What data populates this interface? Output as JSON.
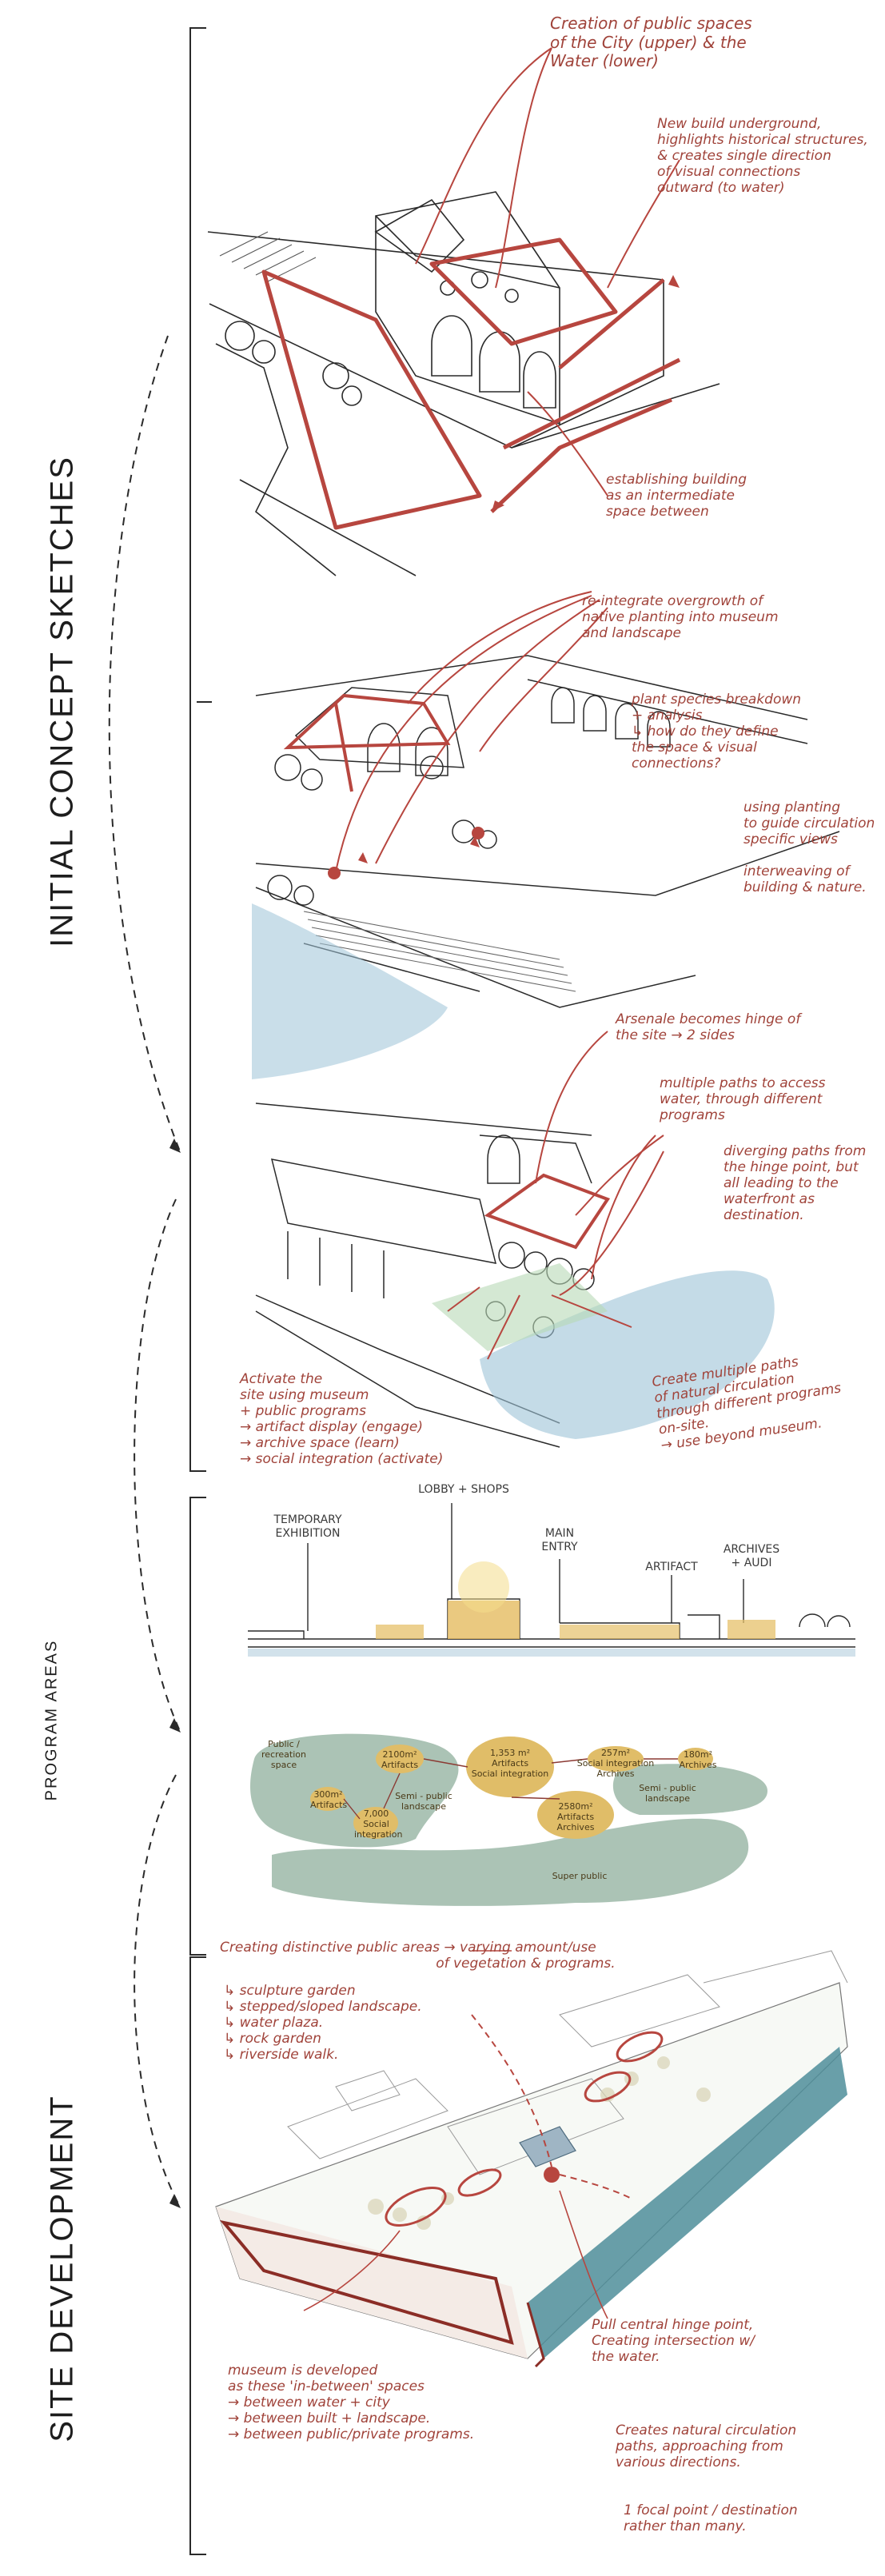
{
  "labels": {
    "initial": "INITIAL CONCEPT SKETCHES",
    "program": "PROGRAM AREAS",
    "site": "SITE DEVELOPMENT"
  },
  "sketch1": {
    "note_public": "Creation of public spaces\nof the City (upper) & the\nWater (lower)",
    "note_new_build": "New build underground,\nhighlights historical structures,\n& creates single direction\nof visual connections\noutward (to water)",
    "note_establish": "establishing building\nas an intermediate\nspace between"
  },
  "sketch2": {
    "note_reintegrate": "re-integrate overgrowth of\nnative planting into museum\nand landscape",
    "note_plant": "plant species breakdown\n+ analysis\n↳ how do they define\n   the space & visual\n   connections?",
    "note_using": "using planting\nto guide circulation\nspecific views",
    "note_interweave": "interweaving of\nbuilding & nature."
  },
  "sketch3": {
    "note_arsenale": "Arsenale becomes hinge of\nthe site → 2 sides",
    "note_multiple": "multiple paths to access\nwater, through different\nprograms",
    "note_diverging": "diverging paths from\nthe hinge point, but\nall leading to the\nwaterfront as\ndestination.",
    "note_activate": "Activate the\nsite using museum\n+ public programs\n→ artifact display (engage)\n→ archive space (learn)\n→ social integration (activate)",
    "note_create": "Create multiple paths\nof natural circulation\nthrough different programs\non-site.\n→ use beyond museum."
  },
  "program": {
    "elev": {
      "lobby": "LOBBY + SHOPS",
      "temporary": "TEMPORARY\nEXHIBITION",
      "main_entry": "MAIN\nENTRY",
      "artifact": "ARTIFACT",
      "archives": "ARCHIVES\n+ AUDI"
    },
    "bubbles": {
      "b_public": "Public /\nrecreation\nspace",
      "b_2100": "2100m²\nArtifacts",
      "b_main": "1,353 m²\nArtifacts\nSocial integration",
      "b_257": "257m²\nSocial integration\nArchives",
      "b_semi1": "Semi - public\nlandscape",
      "b_180": "180m²\nArchives",
      "b_300": "300m²\nArtifacts",
      "b_semipublic": "Semi - public\nlandscape",
      "b_social": "7,000\nSocial\nintegration",
      "b_2580": "2580m²\nArtifacts\nArchives",
      "b_super": "Super public"
    }
  },
  "site": {
    "note_distinctive": "Creating distinctive public areas → varying amount/use\n                                                  of vegetation & programs.",
    "note_list": "↳ sculpture garden\n↳ stepped/sloped landscape.\n↳ water plaza.\n↳ rock garden\n↳ riverside walk.",
    "note_museum": "museum is developed\nas these 'in-between' spaces\n→ between water + city\n→ between built + landscape.\n→ between public/private programs.",
    "note_pull": "Pull central hinge point,\nCreating intersection w/\nthe water.",
    "note_creates": "Creates natural circulation\npaths, approaching from\nvarious directions.",
    "note_focal": "1 focal point / destination\nrather than many."
  }
}
